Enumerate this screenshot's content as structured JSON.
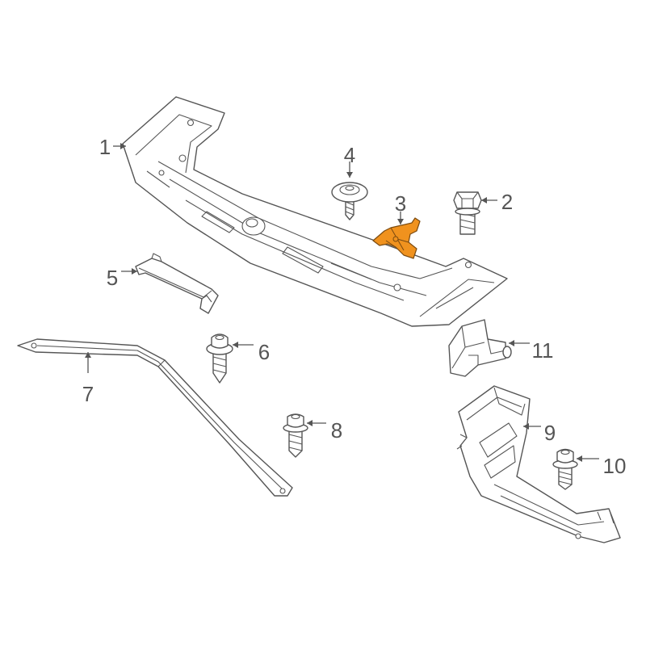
{
  "colors": {
    "line": "#555555",
    "highlight_fill": "#f0921e",
    "highlight_stroke": "#7a4a10",
    "highlight_label": "#111111",
    "background": "#ffffff"
  },
  "callouts": [
    {
      "id": "1",
      "label": "1",
      "part": "radiator-support-crossmember"
    },
    {
      "id": "2",
      "label": "2",
      "part": "hex-bolt"
    },
    {
      "id": "3",
      "label": "3",
      "part": "mounting-bracket",
      "highlighted": true
    },
    {
      "id": "4",
      "label": "4",
      "part": "washer-screw"
    },
    {
      "id": "5",
      "label": "5",
      "part": "guide-rail"
    },
    {
      "id": "6",
      "label": "6",
      "part": "flange-screw"
    },
    {
      "id": "7",
      "label": "7",
      "part": "support-strut"
    },
    {
      "id": "8",
      "label": "8",
      "part": "collar-screw"
    },
    {
      "id": "9",
      "label": "9",
      "part": "side-support-bracket"
    },
    {
      "id": "10",
      "label": "10",
      "part": "flange-bolt"
    },
    {
      "id": "11",
      "label": "11",
      "part": "retaining-clip"
    }
  ]
}
